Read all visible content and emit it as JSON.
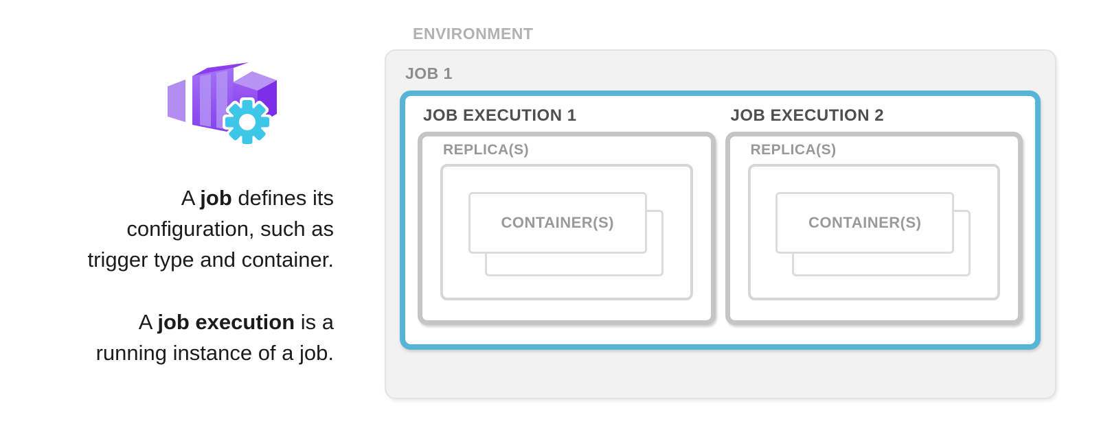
{
  "left_panel": {
    "icon_name": "container-apps-job-icon",
    "paragraph1": {
      "line1_prefix": "A ",
      "line1_bold": "job",
      "line1_suffix": " defines its",
      "line2": "configuration, such as",
      "line3": "trigger type and container."
    },
    "paragraph2": {
      "line1_prefix": "A ",
      "line1_bold": "job execution",
      "line1_suffix": " is a",
      "line2": "running instance of a job."
    }
  },
  "diagram": {
    "environment_label": "ENVIRONMENT",
    "job_label": "JOB 1",
    "executions": [
      {
        "label": "JOB EXECUTION 1",
        "replica_label": "REPLICA(S)",
        "container_label": "CONTAINER(S)"
      },
      {
        "label": "JOB EXECUTION 2",
        "replica_label": "REPLICA(S)",
        "container_label": "CONTAINER(S)"
      }
    ],
    "colors": {
      "job_highlight_border": "#56b5d6",
      "environment_fill": "#f2f2f2",
      "environment_border": "#e3e3e3",
      "execution_border": "#c5c5c5",
      "replica_border": "#d6d6d6",
      "container_border": "#dcdcdc",
      "icon_purple": "#8b45ef",
      "icon_gear_cyan": "#3ec6e8"
    }
  }
}
